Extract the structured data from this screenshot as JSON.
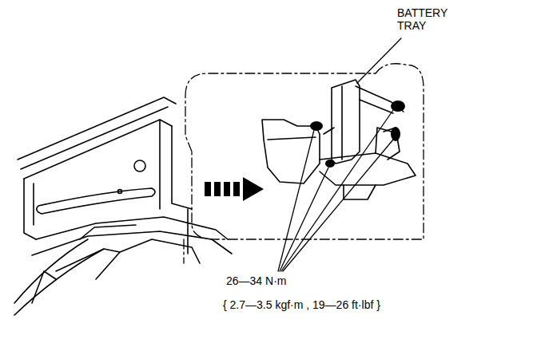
{
  "diagram": {
    "labels": [
      "BATTERY TRAY",
      "26—34 N·m",
      "{ 2.7—3.5 kgf·m , 19—26 ft·lbf }"
    ]
  }
}
